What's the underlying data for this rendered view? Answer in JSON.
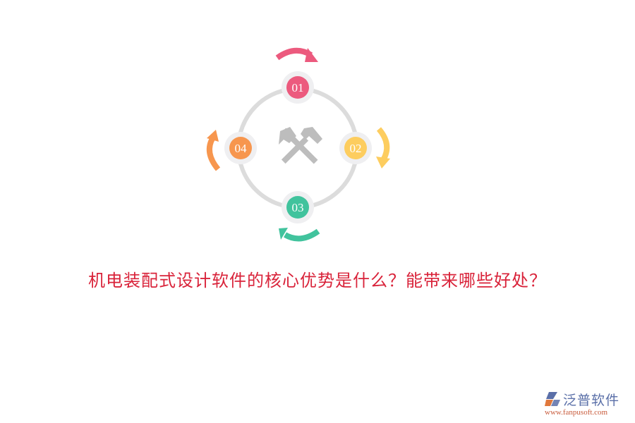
{
  "diagram": {
    "center_icon": "hammers-crossed-icon",
    "ring_color": "#dcdcdc",
    "node_halo_color": "#efeff1",
    "nodes": [
      {
        "label": "01",
        "color": "#ec5a7e",
        "position": "top"
      },
      {
        "label": "02",
        "color": "#fdcd5f",
        "position": "right"
      },
      {
        "label": "03",
        "color": "#41c39d",
        "position": "bottom"
      },
      {
        "label": "04",
        "color": "#f7964e",
        "position": "left"
      }
    ]
  },
  "title": "机电装配式设计软件的核心优势是什么？能带来哪些好处？",
  "title_color": "#d9233a",
  "logo": {
    "name": "泛普软件",
    "url": "www.fanpusoft.com"
  }
}
